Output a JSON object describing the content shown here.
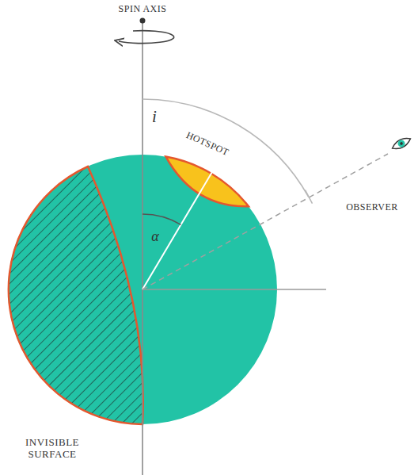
{
  "diagram": {
    "labels": [
      "SPIN AXIS",
      "i",
      "HOTSPOT",
      "OBSERVER",
      "α",
      "INVISIBLE SURFACE"
    ]
  }
}
